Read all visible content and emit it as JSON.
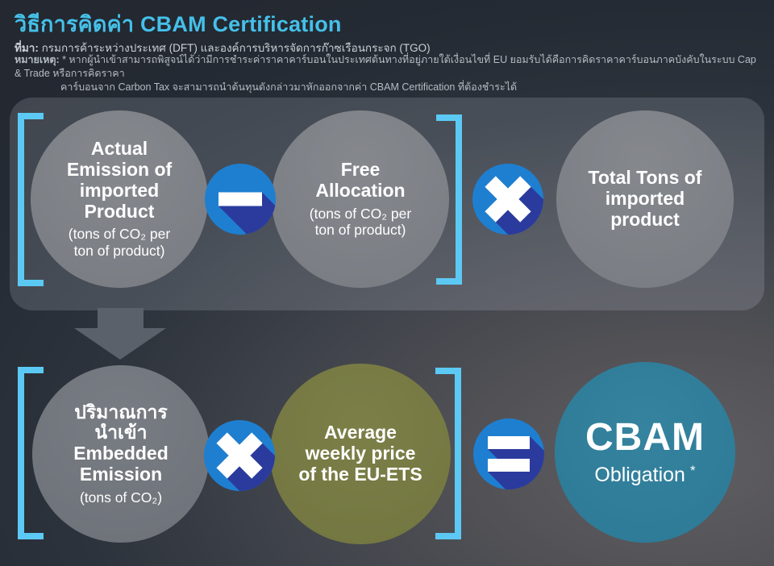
{
  "header": {
    "title": "วิธีการคิดค่า CBAM Certification",
    "source_label": "ที่มา:",
    "source_text": " กรมการค้าระหว่างประเทศ (DFT) และองค์การบริหารจัดการก๊าซเรือนกระจก (TGO)",
    "note_label": "หมายเหตุ:",
    "note_line1": " * หากผู้นำเข้าสามารถพิสูจน์ได้ว่ามีการชำระค่าราคาคาร์บอนในประเทศต้นทางที่อยู่ภายใต้เงื่อนไขที่ EU ยอมรับได้คือการคิดราคาคาร์บอนภาคบังคับในระบบ Cap & Trade หรือการคิดราคา",
    "note_line2": "คาร์บอนจาก Carbon Tax  จะสามารถนำต้นทุนดังกล่าวมาหักออกจากค่า CBAM Certification ที่ต้องชำระได้"
  },
  "row1": {
    "c1": {
      "line1": "Actual",
      "line2": "Emission of",
      "line3": "imported",
      "line4": "Product",
      "sub1": "(tons of CO₂ per",
      "sub2": "ton of product)"
    },
    "op1": "minus",
    "c2": {
      "line1": "Free",
      "line2": "Allocation",
      "sub1": "(tons of CO₂ per",
      "sub2": "ton of product)"
    },
    "op2": "multiply",
    "c3": {
      "line1": "Total Tons of",
      "line2": "imported",
      "line3": "product"
    }
  },
  "row2": {
    "c1": {
      "line1": "ปริมาณการ",
      "line2": "นำเข้า",
      "line3": "Embedded",
      "line4": "Emission",
      "sub1": "(tons of CO₂)"
    },
    "op1": "multiply",
    "c2": {
      "line1": "Average",
      "line2": "weekly price",
      "line3": "of the EU-ETS"
    },
    "op2": "equals",
    "c3": {
      "title": "CBAM",
      "sub": "Obligation",
      "asterisk": "*"
    }
  },
  "icons": {
    "row1_op1": "minus-icon",
    "row1_op2": "multiply-icon",
    "row2_op1": "multiply-icon",
    "row2_op2": "equals-icon",
    "flow": "arrow-down-icon"
  },
  "colors": {
    "title-cyan": "#45c0e9",
    "bracket-cyan": "#5cc9f4",
    "op-blue": "#1e7fd0",
    "op-shadow": "#2b3b9d",
    "olive": "#7c7f48",
    "teal": "#2c7996",
    "arrow-gray": "#5a616b",
    "bg-dark": "#232831",
    "bg-light": "#5f5e62"
  }
}
